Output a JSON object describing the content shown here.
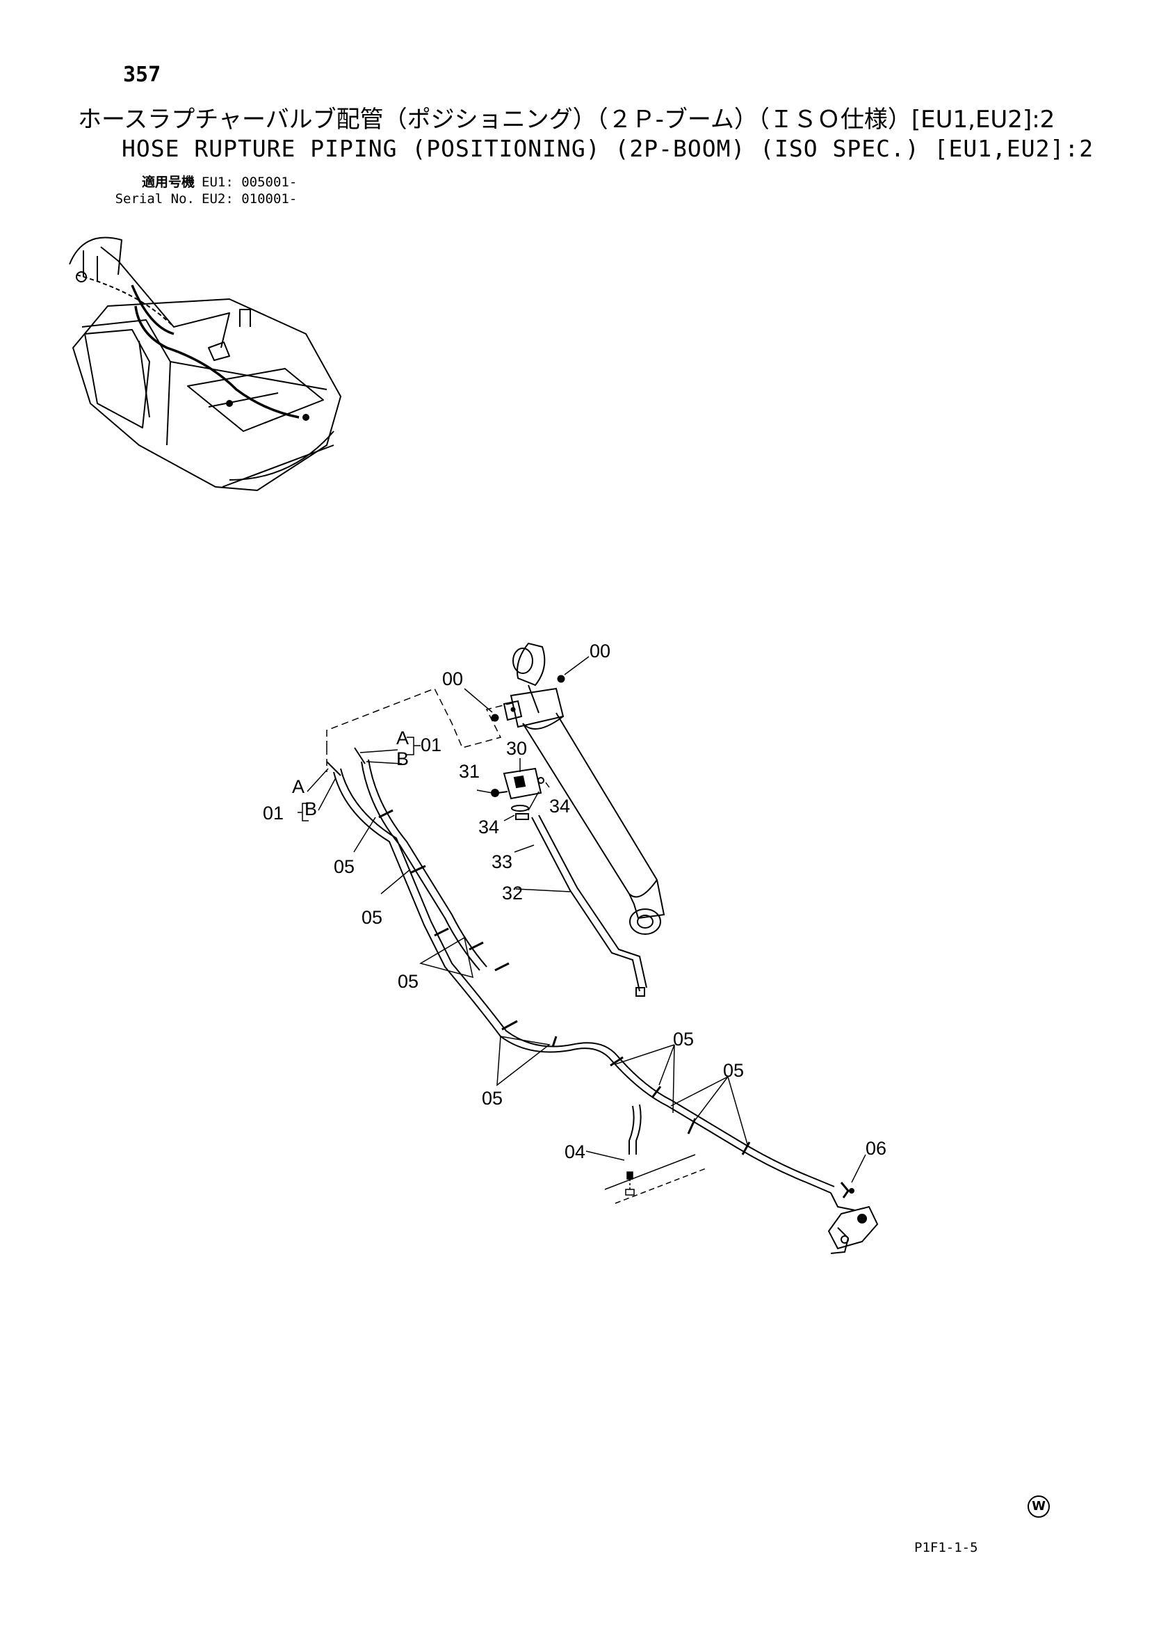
{
  "header": {
    "page_number": "357",
    "title_jp": "ホースラプチャーバルブ配管（ポジショニング）（２Ｐ-ブーム）（ＩＳＯ仕様）[EU1,EU2]:2",
    "title_en": "HOSE RUPTURE PIPING (POSITIONING) (2P-BOOM) (ISO SPEC.) [EU1,EU2]:2",
    "applicable_label_jp": "適用号機",
    "serial_label_en": "Serial No.",
    "serial_eu1": "EU1: 005001-",
    "serial_eu2": "EU2: 010001-"
  },
  "callouts": {
    "c00a": "00",
    "c00b": "00",
    "c01a": "01",
    "c01b": "01",
    "letterA1": "A",
    "letterB1": "B",
    "letterA2": "A",
    "letterB2": "B",
    "c30": "30",
    "c31": "31",
    "c34a": "34",
    "c34b": "34",
    "c33": "33",
    "c32": "32",
    "c05a": "05",
    "c05b": "05",
    "c05c": "05",
    "c05d": "05",
    "c05e": "05",
    "c05f": "05",
    "c04": "04",
    "c06": "06"
  },
  "footer": {
    "page_code": "P1F1-1-5",
    "mark": "W"
  }
}
